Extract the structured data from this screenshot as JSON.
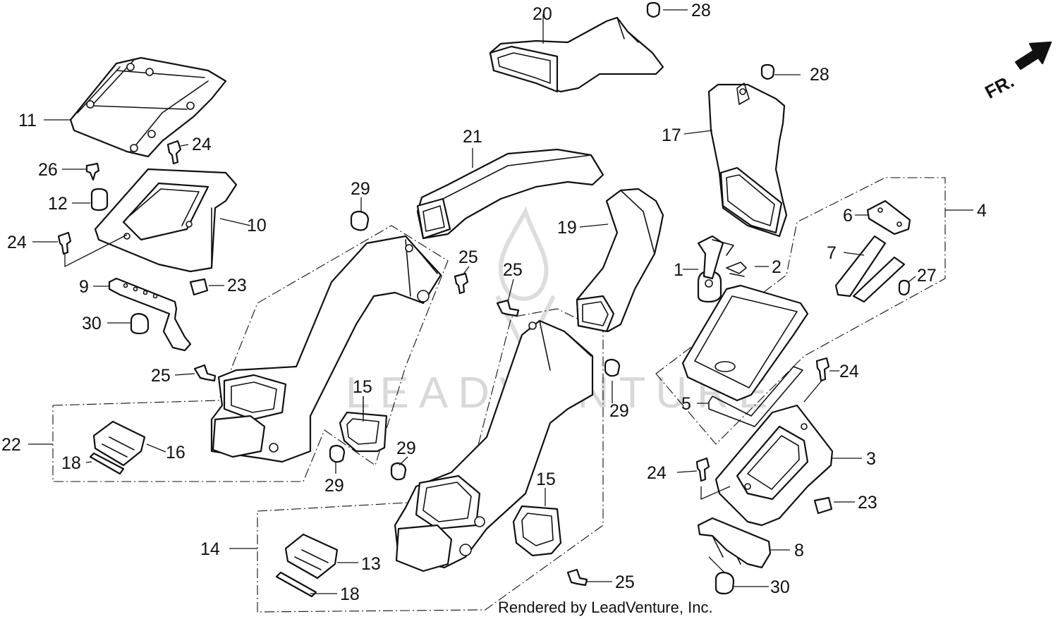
{
  "watermark": "LEADVENTURE",
  "credit": "Rendered by LeadVenture, Inc.",
  "direction_label": "FR.",
  "callouts": {
    "c1": "1",
    "c2": "2",
    "c3": "3",
    "c4": "4",
    "c5": "5",
    "c6": "6",
    "c7": "7",
    "c8": "8",
    "c9": "9",
    "c10": "10",
    "c11": "11",
    "c12": "12",
    "c13": "13",
    "c14": "14",
    "c15a": "15",
    "c15b": "15",
    "c16": "16",
    "c17": "17",
    "c18a": "18",
    "c18b": "18",
    "c19": "19",
    "c20": "20",
    "c21": "21",
    "c22": "22",
    "c23a": "23",
    "c23b": "23",
    "c24a": "24",
    "c24b": "24",
    "c24c": "24",
    "c24d": "24",
    "c25a": "25",
    "c25b": "25",
    "c25c": "25",
    "c25d": "25",
    "c26": "26",
    "c27": "27",
    "c28a": "28",
    "c28b": "28",
    "c29a": "29",
    "c29b": "29",
    "c29c": "29",
    "c29d": "29",
    "c30a": "30",
    "c30b": "30"
  }
}
